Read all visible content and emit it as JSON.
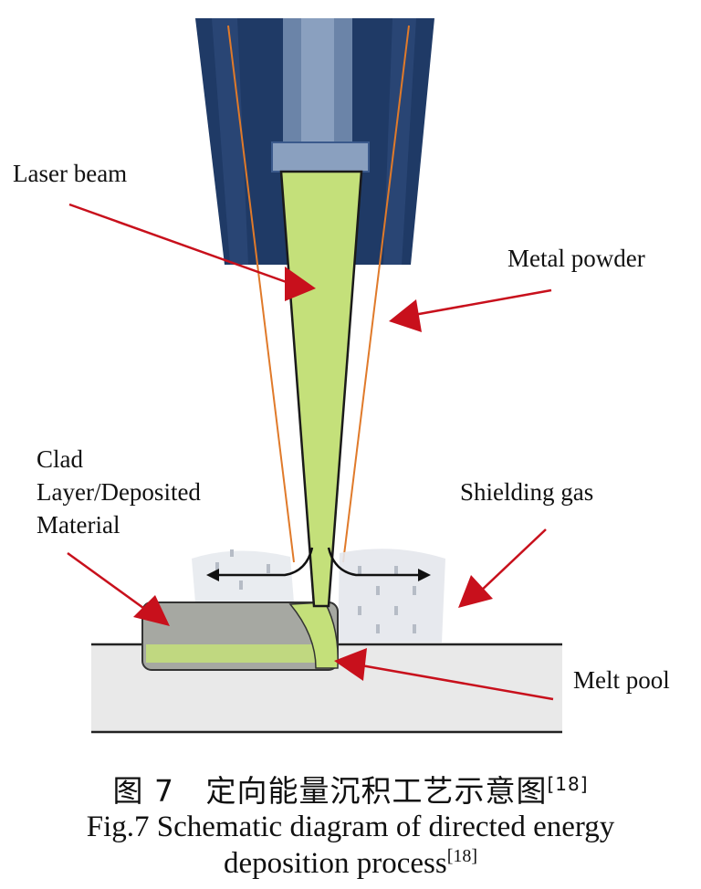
{
  "labels": {
    "laser_beam": "Laser beam",
    "metal_powder": "Metal powder",
    "clad_line1": "Clad",
    "clad_line2": "Layer/Deposited",
    "clad_line3": "Material",
    "shielding_gas": "Shielding gas",
    "melt_pool": "Melt pool"
  },
  "caption": {
    "cn_prefix": "图 7",
    "cn_title": "定向能量沉积工艺示意图",
    "cn_ref": "[18]",
    "en_line1": "Fig.7 Schematic diagram of directed energy",
    "en_line2": "deposition process",
    "en_ref": "[18]"
  },
  "colors": {
    "nozzle_dark": "#1f3a66",
    "nozzle_light": "#3b5a8c",
    "beam_green": "#c4e07a",
    "beam_outline": "#1a1a1a",
    "powder_line": "#e07a2a",
    "arrow_red": "#c8101c",
    "clad_gray": "#a6a8a2",
    "substrate": "#e9e9e9"
  }
}
